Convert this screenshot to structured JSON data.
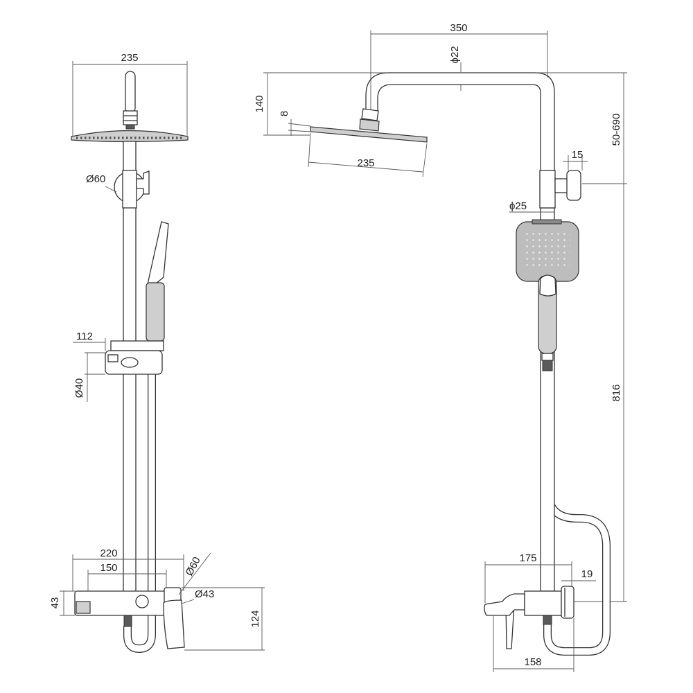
{
  "front_view": {
    "head_width": "235",
    "diverter_diameter": "Ø60",
    "holder_offset": "112",
    "holder_diameter": "Ø40",
    "mixer_overall_width": "220",
    "mixer_centers": "150",
    "mixer_handle_diameter": "Ø60",
    "mixer_body_diameter": "Ø43",
    "mixer_body_height": "43",
    "mixer_projection": "124"
  },
  "side_view": {
    "arm_reach": "350",
    "arm_tube_diameter": "ϕ22",
    "head_drop": "140",
    "head_thickness": "8",
    "head_width": "235",
    "adjustable_range": "50-690",
    "knob_depth": "15",
    "riser_diameter": "ϕ25",
    "riser_height": "816",
    "mixer_depth": "175",
    "handle_offset": "19",
    "spout_projection": "158"
  }
}
